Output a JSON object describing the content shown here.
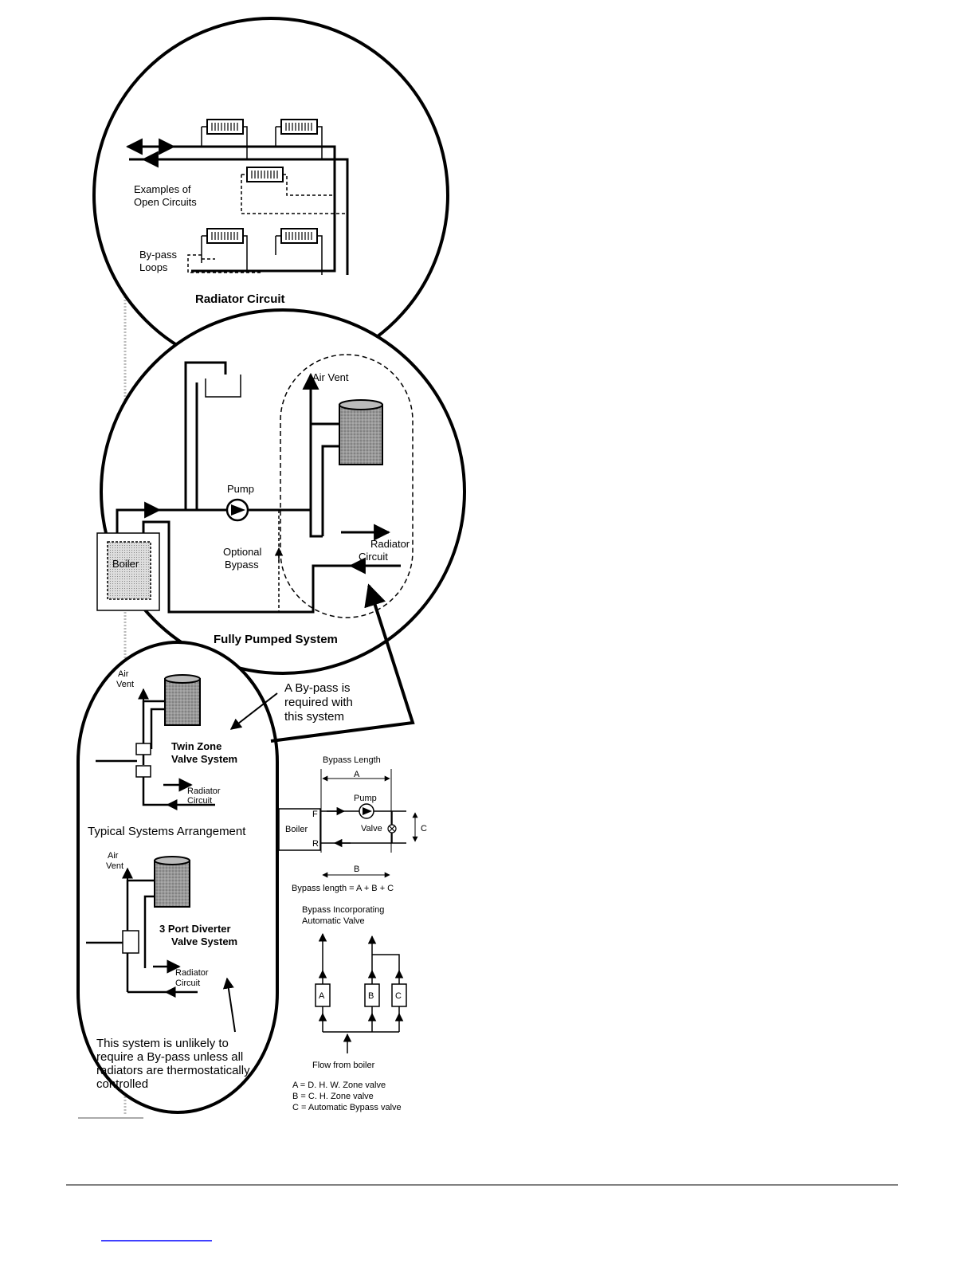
{
  "radiator_circuit": {
    "title": "Radiator Circuit",
    "open_circuits_label_1": "Examples of",
    "open_circuits_label_2": "Open Circuits",
    "bypass_loops_label_1": "By-pass",
    "bypass_loops_label_2": "Loops"
  },
  "fully_pumped": {
    "title": "Fully Pumped System",
    "air_vent": "Air Vent",
    "pump": "Pump",
    "boiler": "Boiler",
    "optional_bypass_1": "Optional",
    "optional_bypass_2": "Bypass",
    "radiator_circuit_1": "Radiator",
    "radiator_circuit_2": "Circuit"
  },
  "typical_systems": {
    "title": "Typical Systems Arrangement",
    "air_vent_1": "Air",
    "air_vent_2": "Vent",
    "twin_zone_1": "Twin Zone",
    "twin_zone_2": "Valve System",
    "three_port_1": "3 Port Diverter",
    "three_port_2": "Valve System",
    "radiator_1": "Radiator",
    "radiator_2": "Circuit"
  },
  "notes": {
    "bypass_required_1": "A By-pass is",
    "bypass_required_2": "required with",
    "bypass_required_3": "this system",
    "unlikely_1": "This system is unlikely to",
    "unlikely_2": "require a By-pass unless all",
    "unlikely_3": "radiators are thermostatically",
    "unlikely_4": "controlled"
  },
  "bypass_length": {
    "title": "Bypass Length",
    "a": "A",
    "b": "B",
    "c": "C",
    "pump": "Pump",
    "boiler": "Boiler",
    "f": "F",
    "r": "R",
    "valve": "Valve",
    "formula": "Bypass length = A + B + C"
  },
  "automatic_valve": {
    "title_1": "Bypass Incorporating",
    "title_2": "Automatic Valve",
    "a": "A",
    "b": "B",
    "c": "C",
    "flow": "Flow from boiler",
    "legend_a": "A = D. H. W. Zone valve",
    "legend_b": "B = C. H. Zone valve",
    "legend_c": "C = Automatic Bypass valve"
  }
}
